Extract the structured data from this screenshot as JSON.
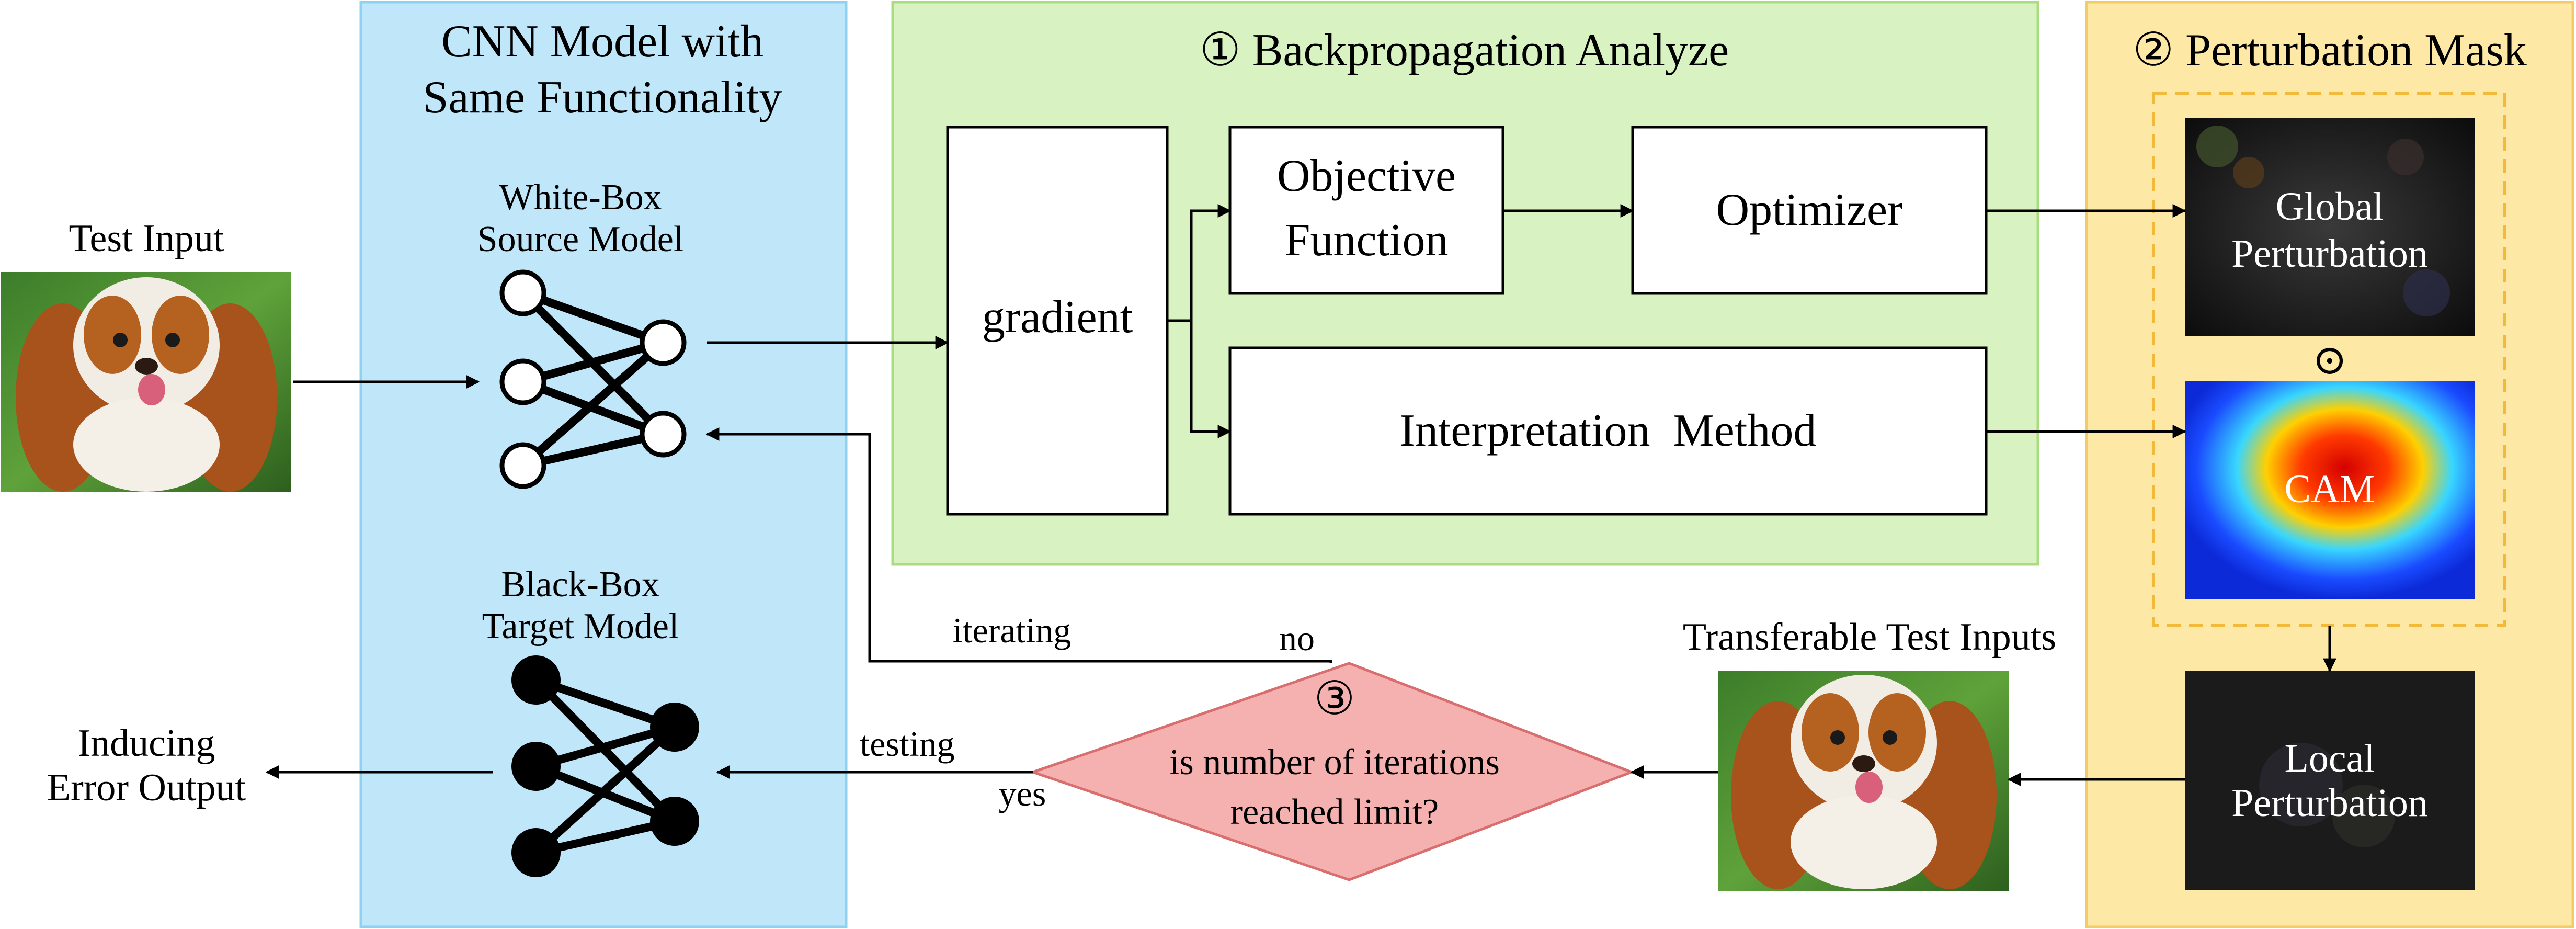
{
  "test_input": "Test Input",
  "cnn_title": [
    "CNN Model with",
    "Same Functionality"
  ],
  "white_box": [
    "White-Box",
    "Source Model"
  ],
  "black_box": [
    "Black-Box",
    "Target Model"
  ],
  "inducing": [
    "Inducing",
    "Error Output"
  ],
  "backprop_title": "① Backpropagation Analyze",
  "gradient": "gradient",
  "objective": [
    "Objective",
    "Function"
  ],
  "optimizer": "Optimizer",
  "interpretation": "Interpretation  Method",
  "perturbation_title": "② Perturbation Mask",
  "global_perturbation": [
    "Global",
    "Perturbation"
  ],
  "odot": "⊙",
  "cam": "CAM",
  "local_perturbation": [
    "Local",
    "Perturbation"
  ],
  "transferable": "Transferable Test Inputs",
  "decision": {
    "number": "③",
    "text": [
      "is number of iterations",
      "reached limit?"
    ]
  },
  "iterating": "iterating",
  "no": "no",
  "testing": "testing",
  "yes": "yes",
  "colors": {
    "cnn_panel_fill": "#bfe6f9",
    "cnn_panel_stroke": "#8ed2f2",
    "backprop_fill": "#d8f3c1",
    "backprop_stroke": "#a8de80",
    "perturb_fill": "#fde8a5",
    "perturb_stroke": "#f3cc66",
    "decision_fill": "#f5b0b0",
    "decision_stroke": "#d86e6e"
  }
}
